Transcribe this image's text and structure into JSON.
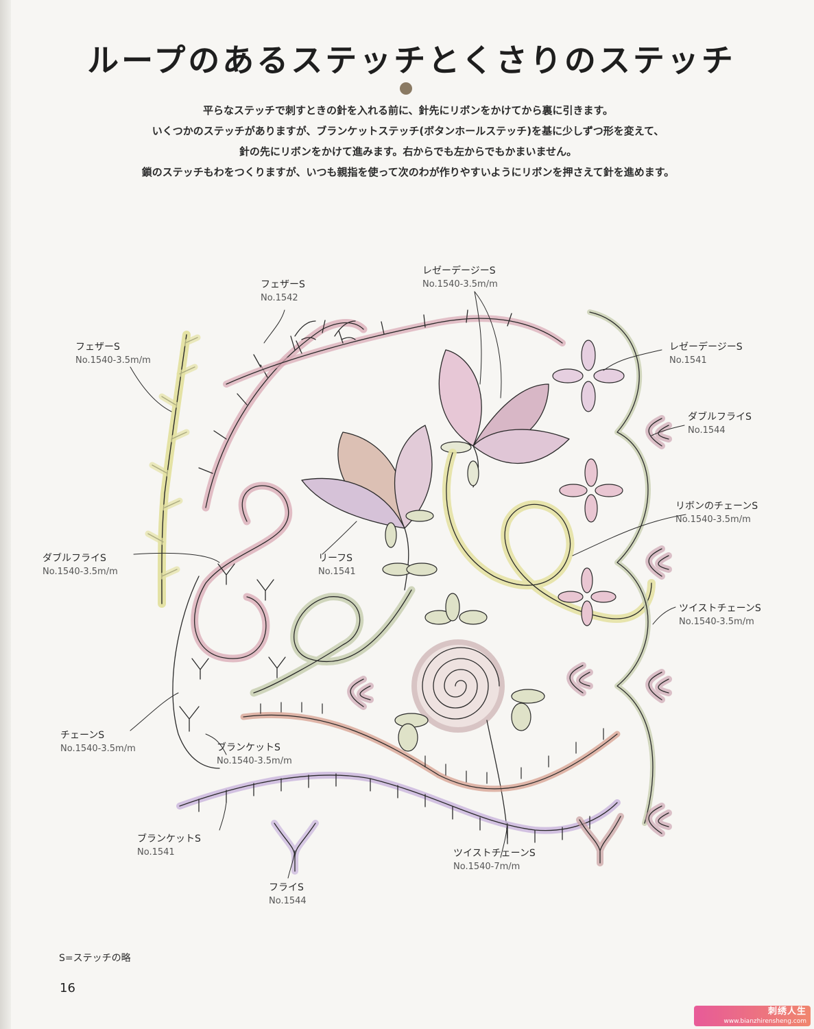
{
  "page": {
    "title": "ループのあるステッチとくさりのステッチ",
    "intro_lines": [
      "平らなステッチで刺すときの針を入れる前に、針先にリボンをかけてから裏に引きます。",
      "いくつかのステッチがありますが、ブランケットステッチ(ボタンホールステッチ)を基に少しずつ形を変えて、",
      "針の先にリボンをかけて進みます。右からでも左からでもかまいません。",
      "鎖のステッチもわをつくりますが、いつも親指を使って次のわが作りやすいようにリボンを押さえて針を進めます。"
    ],
    "footnote": "S=ステッチの略",
    "page_number": "16",
    "watermark": {
      "line1": "刺绣人生",
      "line2": "www.bianzhirensheng.com"
    }
  },
  "labels": [
    {
      "name": "フェザーS",
      "no": "No.1542"
    },
    {
      "name": "レゼーデージーS",
      "no": "No.1540-3.5m/m"
    },
    {
      "name": "フェザーS",
      "no": "No.1540-3.5m/m"
    },
    {
      "name": "レゼーデージーS",
      "no": "No.1541"
    },
    {
      "name": "ダブルフライS",
      "no": "No.1544"
    },
    {
      "name": "リボンのチェーンS",
      "no": "No.1540-3.5m/m"
    },
    {
      "name": "リーフS",
      "no": "No.1541"
    },
    {
      "name": "ダブルフライS",
      "no": "No.1540-3.5m/m"
    },
    {
      "name": "ツイストチェーンS",
      "no": "No.1540-3.5m/m"
    },
    {
      "name": "チェーンS",
      "no": "No.1540-3.5m/m"
    },
    {
      "name": "ブランケットS",
      "no": "No.1540-3.5m/m"
    },
    {
      "name": "ブランケットS",
      "no": "No.1541"
    },
    {
      "name": "ツイストチェーンS",
      "no": "No.1540-7m/m"
    },
    {
      "name": "フライS",
      "no": "No.1544"
    }
  ],
  "colors": {
    "line": "#2a2a2a",
    "pink": "#d9a8b4",
    "mauve": "#c79aa8",
    "lavender": "#c8b4dc",
    "yellow": "#e4e2a4",
    "sage": "#c8cfb0",
    "rose": "#c9a0a0",
    "brick": "#d49a88"
  }
}
